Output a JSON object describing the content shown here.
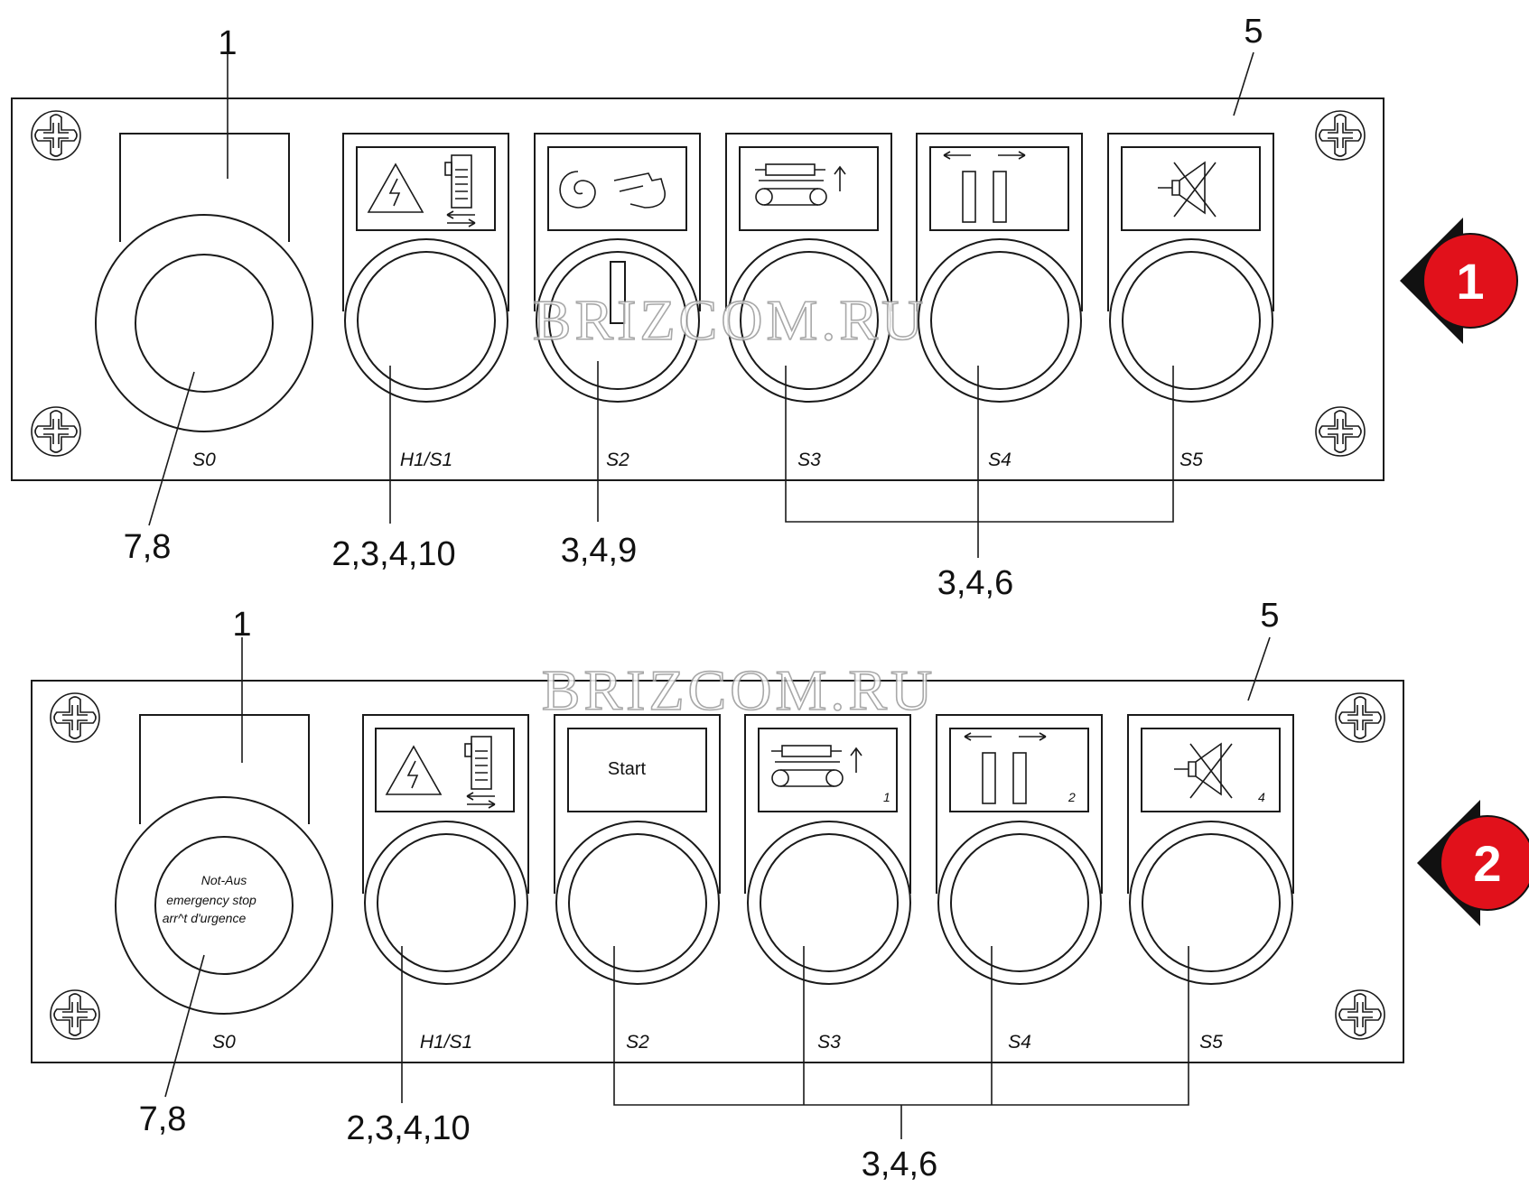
{
  "watermark": "BRIZCOM.RU",
  "panels": [
    {
      "badge": "1",
      "callouts": {
        "top_left": "1",
        "top_right": "5",
        "estop": "7,8",
        "h1": "2,3,4,10",
        "s2": "3,4,9",
        "group": "3,4,6"
      },
      "switch_labels": [
        "S0",
        "H1/S1",
        "S2",
        "S3",
        "S4",
        "S5"
      ],
      "estop_text": [],
      "start_label": "",
      "plate_numbers": []
    },
    {
      "badge": "2",
      "callouts": {
        "top_left": "1",
        "top_right": "5",
        "estop": "7,8",
        "h1": "2,3,4,10",
        "group": "3,4,6"
      },
      "switch_labels": [
        "S0",
        "H1/S1",
        "S2",
        "S3",
        "S4",
        "S5"
      ],
      "estop_text": [
        "Not-Aus",
        "emergency stop",
        "arr^t d'urgence"
      ],
      "start_label": "Start",
      "plate_numbers": [
        "1",
        "2",
        "4"
      ]
    }
  ],
  "icons": [
    "warning-battery-icon",
    "rotation-hand-icon",
    "conveyor-up-icon",
    "parallel-arrows-icon",
    "mute-speaker-icon"
  ]
}
